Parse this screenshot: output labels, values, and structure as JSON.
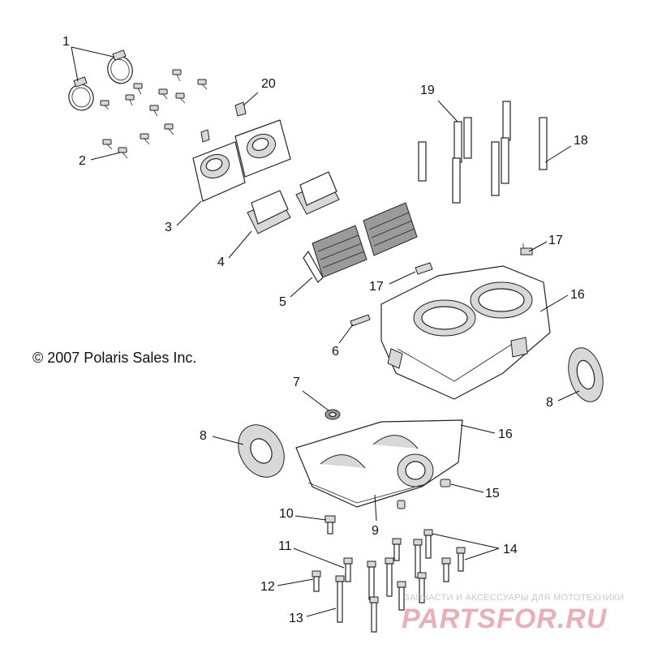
{
  "copyright": "© 2007 Polaris Sales Inc.",
  "watermark": {
    "tagline": "ЗАПЧАСТИ И АКСЕССУАРЫ ДЛЯ МОТОТЕХНИКИ",
    "logo_text": "PARTSFOR.RU",
    "logo_color": "#e8a0a8"
  },
  "callouts": [
    "1",
    "2",
    "3",
    "4",
    "5",
    "6",
    "7",
    "8",
    "8",
    "9",
    "10",
    "11",
    "12",
    "13",
    "14",
    "15",
    "16",
    "16",
    "17",
    "17",
    "18",
    "19",
    "20"
  ],
  "colors": {
    "line": "#222222",
    "shade": "#d8d8d8",
    "background": "#ffffff"
  }
}
